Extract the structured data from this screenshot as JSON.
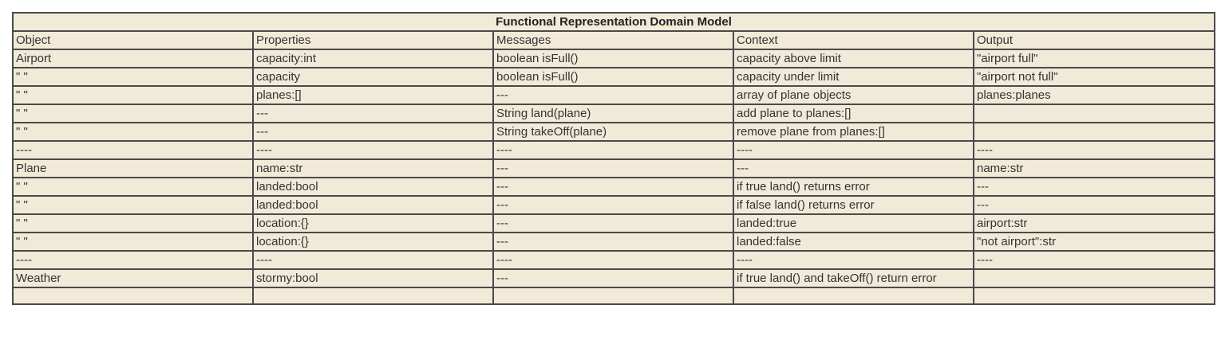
{
  "table": {
    "title": "Functional Representation Domain Model",
    "headers": [
      "Object",
      "Properties",
      "Messages",
      "Context",
      "Output"
    ],
    "rows": [
      [
        "Airport",
        "capacity:int",
        "boolean isFull()",
        "capacity above limit",
        "\"airport full\""
      ],
      [
        "\" \"",
        "capacity",
        "boolean isFull()",
        "capacity under limit",
        "\"airport not full\""
      ],
      [
        "\" \"",
        "planes:[]",
        "---",
        "array of plane objects",
        "planes:planes"
      ],
      [
        "\" \"",
        "---",
        "String land(plane)",
        "add plane to planes:[]",
        ""
      ],
      [
        "\" \"",
        "---",
        "String takeOff(plane)",
        "remove plane from planes:[]",
        ""
      ],
      [
        "----",
        "----",
        "----",
        "----",
        "----"
      ],
      [
        "Plane",
        "name:str",
        "---",
        "---",
        "name:str"
      ],
      [
        "\" \"",
        "landed:bool",
        "---",
        "if true land() returns error",
        "---"
      ],
      [
        "\" \"",
        "landed:bool",
        "---",
        "if false land() returns error",
        "---"
      ],
      [
        "\" \"",
        "location:{}",
        "---",
        "landed:true",
        "airport:str"
      ],
      [
        "\" \"",
        "location:{}",
        "---",
        "landed:false",
        "\"not airport\":str"
      ],
      [
        "----",
        "----",
        "----",
        "----",
        "----"
      ],
      [
        "Weather",
        "stormy:bool",
        "---",
        "if true land() and takeOff() return error",
        ""
      ],
      [
        "",
        "",
        "",
        "",
        ""
      ]
    ]
  }
}
